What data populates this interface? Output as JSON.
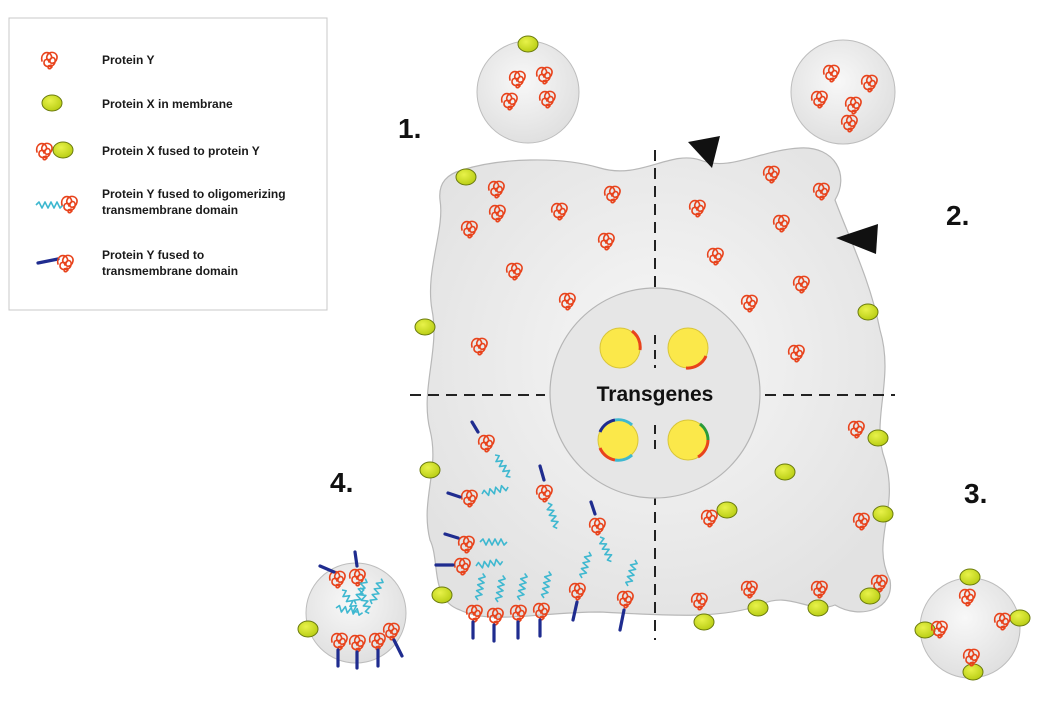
{
  "legend": {
    "items": [
      {
        "symbol": "protein-y",
        "label": "Protein Y"
      },
      {
        "symbol": "protein-x",
        "label": "Protein X in membrane"
      },
      {
        "symbol": "x-fused-y",
        "label": "Protein X fused to protein Y"
      },
      {
        "symbol": "y-oligomerizing-tm",
        "label_lines": [
          "Protein Y fused to oligomerizing",
          "transmembrane domain"
        ]
      },
      {
        "symbol": "y-tm",
        "label_lines": [
          "Protein Y fused to",
          "transmembrane domain"
        ]
      }
    ]
  },
  "quadrants": {
    "q1": "1.",
    "q2": "2.",
    "q3": "3.",
    "q4": "4."
  },
  "center_label": "Transgenes",
  "colors": {
    "protein_y": "#e8431c",
    "protein_x_fill": "#cde01c",
    "protein_x_stroke": "#7a8a10",
    "oligomer": "#3fb8d0",
    "tm_domain": "#1f2c8f",
    "cell_fill": "#ececec",
    "cell_stroke": "#b5b5b5",
    "nucleus_fill": "#e4e4e4",
    "transgene_yellow": "#fbe84a"
  }
}
